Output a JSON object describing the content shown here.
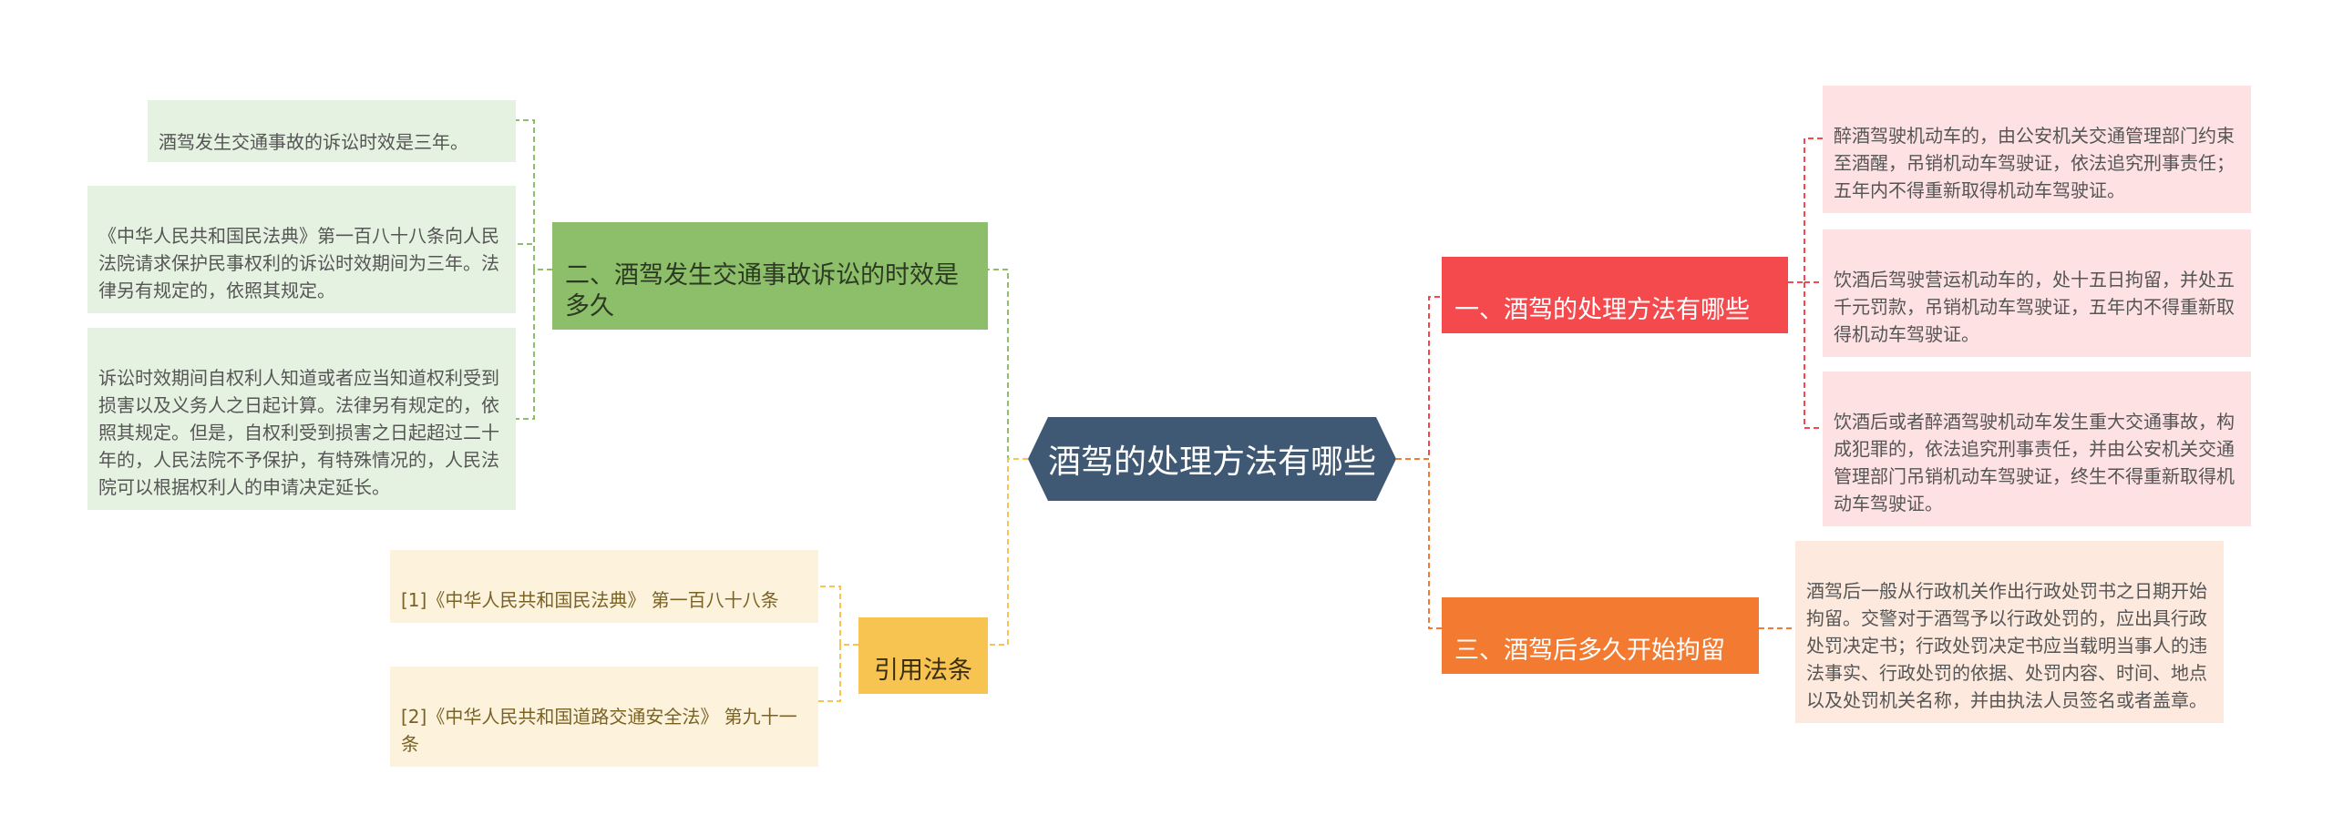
{
  "center": {
    "title": "酒驾的处理方法有哪些"
  },
  "right_branches": [
    {
      "label": "一、酒驾的处理方法有哪些",
      "color": "#f44a4e",
      "leaves": [
        "醉酒驾驶机动车的，由公安机关交通管理部门约束至酒醒，吊销机动车驾驶证，依法追究刑事责任；五年内不得重新取得机动车驾驶证。",
        "饮酒后驾驶营运机动车的，处十五日拘留，并处五千元罚款，吊销机动车驾驶证，五年内不得重新取得机动车驾驶证。",
        "饮酒后或者醉酒驾驶机动车发生重大交通事故，构成犯罪的，依法追究刑事责任，并由公安机关交通管理部门吊销机动车驾驶证，终生不得重新取得机动车驾驶证。"
      ]
    },
    {
      "label": "三、酒驾后多久开始拘留",
      "color": "#f27b31",
      "leaves": [
        "酒驾后一般从行政机关作出行政处罚书之日期开始拘留。交警对于酒驾予以行政处罚的，应出具行政处罚决定书；行政处罚决定书应当载明当事人的违法事实、行政处罚的依据、处罚内容、时间、地点以及处罚机关名称，并由执法人员签名或者盖章。"
      ]
    }
  ],
  "left_branches": [
    {
      "label": "二、酒驾发生交通事故诉讼的时效是多久",
      "color": "#8dbf6b",
      "leaves": [
        "酒驾发生交通事故的诉讼时效是三年。",
        "《中华人民共和国民法典》第一百八十八条向人民法院请求保护民事权利的诉讼时效期间为三年。法律另有规定的，依照其规定。",
        "诉讼时效期间自权利人知道或者应当知道权利受到损害以及义务人之日起计算。法律另有规定的，依照其规定。但是，自权利受到损害之日起超过二十年的，人民法院不予保护，有特殊情况的，人民法院可以根据权利人的申请决定延长。"
      ]
    },
    {
      "label": "引用法条",
      "color": "#f7c452",
      "leaves": [
        "[1]《中华人民共和国民法典》 第一百八十八条",
        "[2]《中华人民共和国道路交通安全法》 第九十一条"
      ]
    }
  ]
}
